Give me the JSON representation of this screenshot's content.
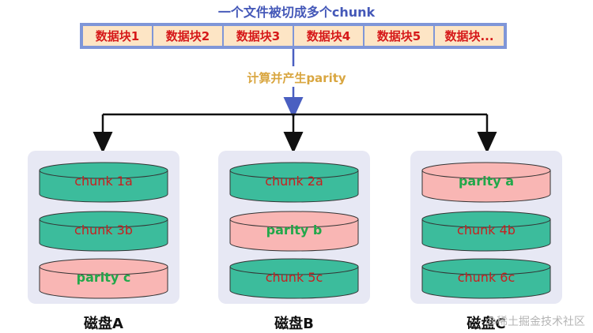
{
  "title": "一个文件被切成多个chunk",
  "chunks": [
    "数据块1",
    "数据块2",
    "数据块3",
    "数据块4",
    "数据块5",
    "数据块..."
  ],
  "parity_step": "计算并产生parity",
  "disks": [
    {
      "label": "磁盘A",
      "items": [
        {
          "text": "chunk 1a",
          "kind": "data"
        },
        {
          "text": "chunk 3b",
          "kind": "data"
        },
        {
          "text": "parity c",
          "kind": "parity"
        }
      ]
    },
    {
      "label": "磁盘B",
      "items": [
        {
          "text": "chunk 2a",
          "kind": "data"
        },
        {
          "text": "parity b",
          "kind": "parity"
        },
        {
          "text": "chunk 5c",
          "kind": "data"
        }
      ]
    },
    {
      "label": "磁盘C",
      "items": [
        {
          "text": "parity a",
          "kind": "parity"
        },
        {
          "text": "chunk 4b",
          "kind": "data"
        },
        {
          "text": "chunk 6c",
          "kind": "data"
        }
      ]
    }
  ],
  "watermark": "@稀土掘金技术社区",
  "colors": {
    "data_fill": "#3cbc9c",
    "parity_fill": "#f9b6b4",
    "arrow_blue": "#4a5fc1",
    "title_blue": "#4458b8",
    "chunk_fill": "#fde5c5",
    "chunk_text": "#d61a1a",
    "parity_text": "#22a84a"
  }
}
